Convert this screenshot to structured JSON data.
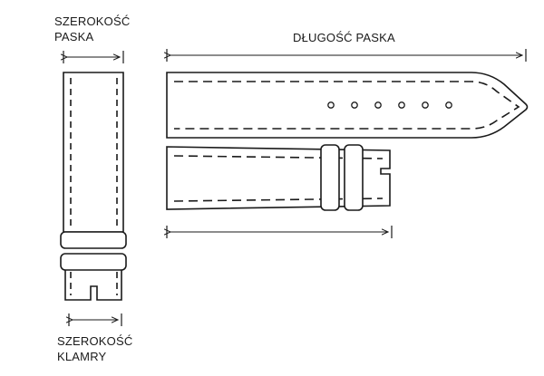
{
  "labels": {
    "strap_width": {
      "line1": "SZEROKOŚĆ",
      "line2": "PASKA"
    },
    "strap_length": "DŁUGOŚĆ PASKA",
    "buckle_width": {
      "line1": "SZEROKOŚĆ",
      "line2": "KLAMRY"
    }
  },
  "diagram": {
    "stroke_color": "#1a1a1a",
    "background": "#ffffff",
    "adjustment_holes": 6,
    "keepers": 2
  }
}
